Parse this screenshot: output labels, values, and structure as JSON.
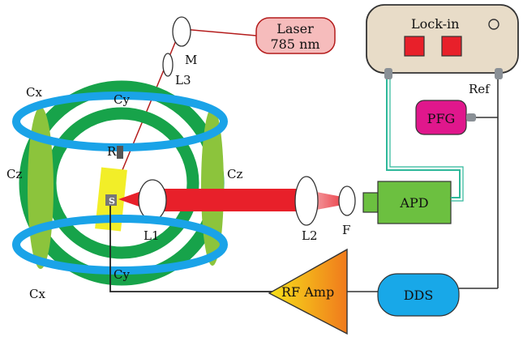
{
  "labels": {
    "laser_line1": "Laser",
    "laser_line2": "785 nm",
    "lockin": "Lock-in",
    "ref": "Ref",
    "pfg": "PFG",
    "apd": "APD",
    "dds": "DDS",
    "rf_amp": "RF Amp",
    "mirror": "M",
    "lens3": "L3",
    "lens1": "L1",
    "lens2": "L2",
    "filter": "F",
    "sample": "S",
    "reflector": "R",
    "cx_top": "Cx",
    "cx_bottom": "Cx",
    "cy_top": "Cy",
    "cy_bottom": "Cy",
    "cz_left": "Cz",
    "cz_right": "Cz"
  },
  "colors": {
    "laser_fill": "#f6bcbc",
    "laser_stroke": "#b41c1c",
    "beam_red": "#e8202a",
    "coil_x_blue": "#1aa3e8",
    "coil_y_green": "#17a34a",
    "coil_z_lime": "#8cc43c",
    "lockin_body": "#e8dcc8",
    "button_red": "#e8202a",
    "pfg_magenta": "#e0178c",
    "apd_green": "#6cc040",
    "dds_blue": "#18a8e8",
    "sample_yellow": "#f2ee28",
    "cable_teal": "#2eb89a",
    "cable_gray": "#8a9096"
  }
}
